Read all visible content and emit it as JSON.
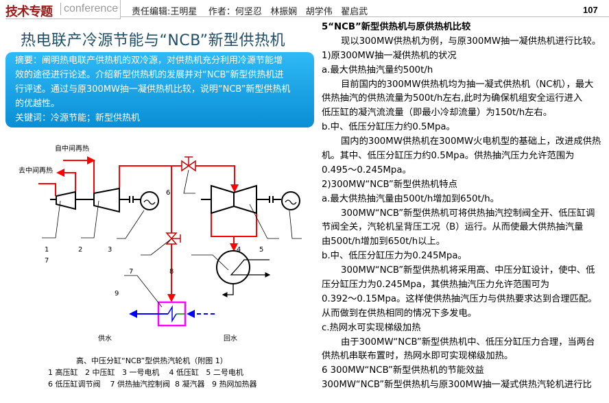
{
  "header": {
    "logo": "技术专题",
    "conference": "conference",
    "editor": "责任编辑:王明星    作者：何坚忍   林振娴   胡学伟   翟启武",
    "page_number": "107"
  },
  "title": "热电联产冷源节能与“NCB”新型供热机",
  "abstract": {
    "lines": [
      "摘要：阐明热电联产供热机的双冷源，对供热机充分利用冷源节能增",
      "效的途径进行论述。介绍新型供热机的发展并对“NCB”新型供热机进",
      "行评述。通过与原300MW抽一凝供热机比较，说明“NCB”新型供热机",
      "的优越性。",
      "关键词：冷源节能；新型供热机"
    ]
  },
  "diagram": {
    "labels": {
      "from_reheat": "自中间再热",
      "to_reheat": "去中间再热",
      "n1": "1",
      "n2": "2",
      "n3": "3",
      "n7a": "7",
      "n6": "6",
      "n4": "4",
      "n5": "5",
      "n7": "7",
      "n8": "8",
      "n9": "9",
      "supply": "供水",
      "return": "回水"
    },
    "caption": "高、中压分缸“NCB”型供热汽轮机（附图 1）",
    "legend": [
      "1 高压缸   2 中压缸   3 一号电机    4 低压缸   5 二号电机",
      "6 低压缸调节阀    7 供热抽汽控制阀  8 凝汽器   9 热网加热器"
    ]
  },
  "colors": {
    "steam": "#ff0000",
    "supply": "#0000ff",
    "heater": "#ff00ff",
    "title": "#1f4d66",
    "logo": "#a01818"
  },
  "body": [
    {
      "t": "5“NCB”新型供热机与原供热机比较",
      "s": "h"
    },
    {
      "t": "现以300MW供热机为例，与原300MW抽一凝供热机进行比较。",
      "s": "ind"
    },
    {
      "t": "1)原300MW抽一凝供热机的状况",
      "s": ""
    },
    {
      "t": "a.最大供热抽汽量约500t/h",
      "s": ""
    },
    {
      "t": "目前国内的300MW供热机均为抽一凝式供热机（NC机），最大",
      "s": "ind"
    },
    {
      "t": "供热抽汽的供热流量为500t/h左右,此时为确保机组安全运行进入",
      "s": ""
    },
    {
      "t": "低压缸的凝汽流流量（即最小冷却流量）为150t/h左右。",
      "s": ""
    },
    {
      "t": "b.中、低压分缸压力约0.5Mpa。",
      "s": ""
    },
    {
      "t": "国内的300MW供热机在300MW火电机型的基础上，改进成供热",
      "s": "ind"
    },
    {
      "t": "机。其中、低压分缸压力约0.5Mpa。供热抽汽压力允许范围为",
      "s": ""
    },
    {
      "t": "0.495～0.245Mpa。",
      "s": ""
    },
    {
      "t": "2)300MW“NCB”新型供热机特点",
      "s": ""
    },
    {
      "t": "a.最大供热抽汽量由500t/h增加到650t/h。",
      "s": ""
    },
    {
      "t": "300MW“NCB”新型供热机可将供热抽汽控制阀全开、低压缸调",
      "s": "ind"
    },
    {
      "t": "节阀全关，汽轮机呈背压工况（B）运行。从而使最大供热抽汽量",
      "s": ""
    },
    {
      "t": "由500t/h增加到650t/h以上。",
      "s": ""
    },
    {
      "t": "b.中、低压分缸压力为0.245Mpa。",
      "s": ""
    },
    {
      "t": "300MW“NCB”新型供热机将采用高、中压分缸设计，使中、低",
      "s": "ind"
    },
    {
      "t": "压分缸压力为0.245Mpa，其供热抽汽压力允许范围可为",
      "s": ""
    },
    {
      "t": "0.392～0.15Mpa。这样使供热抽汽压力与供热要求达到合理匹配。",
      "s": ""
    },
    {
      "t": "从而做到在供热相同的情况下多发电。",
      "s": ""
    },
    {
      "t": "c.热网水可实现梯级加热",
      "s": ""
    },
    {
      "t": "由于300MW“NCB”新型供热机中、低压分缸压力合理，当两台",
      "s": "ind"
    },
    {
      "t": "供热机串联布置时，热网水即可实现梯级加热。",
      "s": ""
    },
    {
      "t": "6 300MW“NCB”新型供热机的节能效益",
      "s": ""
    },
    {
      "t": "300MW“NCB”新型供热机与原300MW抽一凝式供热汽轮机进行比",
      "s": ""
    }
  ]
}
